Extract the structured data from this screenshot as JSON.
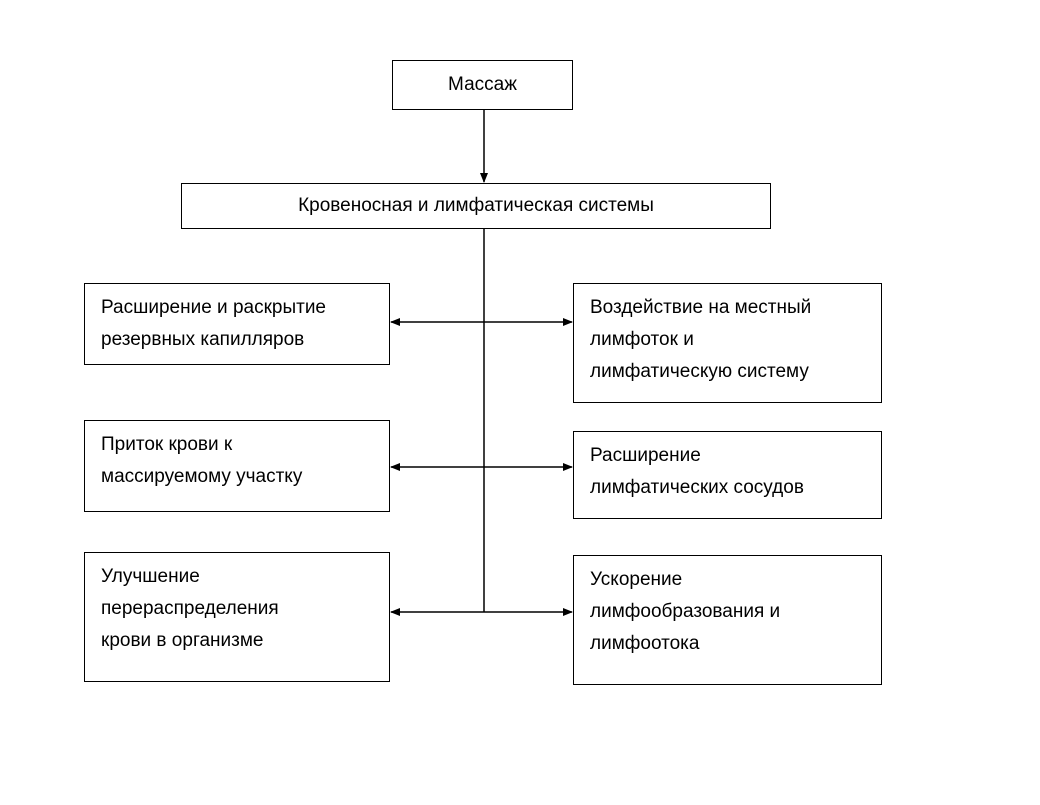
{
  "diagram": {
    "top": {
      "label": "Массаж"
    },
    "middle": {
      "label": "Кровеносная и лимфатическая системы"
    },
    "left": [
      {
        "lines": [
          "Расширение и раскрытие",
          "резервных капилляров"
        ]
      },
      {
        "lines": [
          "Приток крови к",
          "массируемому участку"
        ]
      },
      {
        "lines": [
          "Улучшение",
          "перераспределения",
          "крови в организме"
        ]
      }
    ],
    "right": [
      {
        "lines": [
          "Воздействие на местный",
          "лимфоток и",
          "лимфатическую систему"
        ]
      },
      {
        "lines": [
          "Расширение",
          "лимфатических сосудов"
        ]
      },
      {
        "lines": [
          "Ускорение",
          "лимфообразования и",
          "лимфоотока"
        ]
      }
    ]
  }
}
